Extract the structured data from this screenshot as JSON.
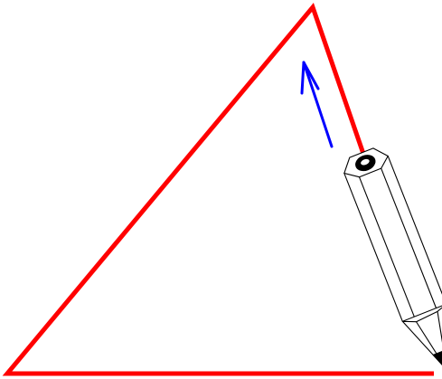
{
  "diagram": {
    "description_items": {
      "triangle": "triangle",
      "pencil": "pencil",
      "arrow": "direction-arrow"
    },
    "colors": {
      "background": "#ffffff",
      "triangle_stroke": "#ff0000",
      "arrow_stroke": "#0000ff",
      "pencil_stroke": "#000000",
      "pencil_fill": "#ffffff",
      "pencil_tip": "#000000"
    },
    "icons": {
      "pencil": "pencil-icon",
      "arrow": "arrow-up-icon"
    }
  }
}
